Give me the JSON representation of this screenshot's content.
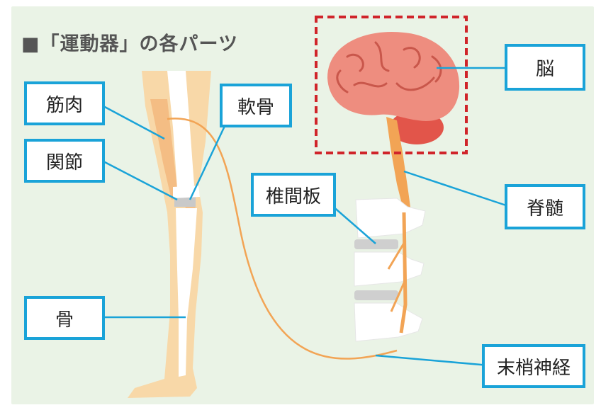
{
  "title": "■「運動器」の各パーツ",
  "labels": {
    "kinniku": "筋肉",
    "kansetsu": "関節",
    "hone": "骨",
    "nankotsu": "軟骨",
    "tsuikanban": "椎間板",
    "nou": "脳",
    "sekizui": "脊髄",
    "masshoshinkei": "末梢神経"
  },
  "colors": {
    "label_border": "#1aa3d8",
    "brain": "#ec7b6e",
    "muscle": "#f7c98f",
    "nerve": "#f2a455",
    "highlight_box": "#d0242a"
  }
}
